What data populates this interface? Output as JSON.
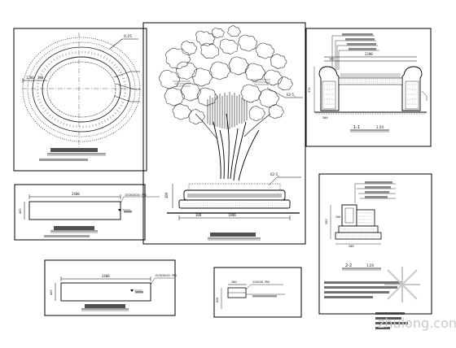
{
  "labels": {
    "ring_dim_top": "0.25",
    "ring_dim_left_a": "1200",
    "ring_dim_left_b": "300",
    "tree_tag_top": "62-5_",
    "tree_tag_base": "62-5_",
    "tree_dim_height": "380",
    "tree_dim_base_w": "1800",
    "tree_dim_base_ext": "300",
    "sec11_title": "1-1",
    "sec11_scale": "1:20",
    "sec11_dim_h": "370",
    "sec11_dim_w": "2200",
    "sec11_dim_a": "100",
    "sec11_dim_b": "300",
    "left_rect_w": "2400",
    "left_rect_h": "400",
    "left_rect_note": "15COSOSCOS PRO",
    "left_rect2_w": "2400",
    "left_rect2_h": "400",
    "left_rect2_note": "15COSOSCOS PRO",
    "small_box_w": "300",
    "small_box_h": "620",
    "small_box_note": "5COSCOS PRO",
    "sec22_title": "2-2",
    "sec22_scale": "1:20",
    "sec22_dim_h": "500",
    "sec22_dim_w": "200",
    "sec22_dim_b": "200",
    "watermark": "zhulong.com"
  }
}
